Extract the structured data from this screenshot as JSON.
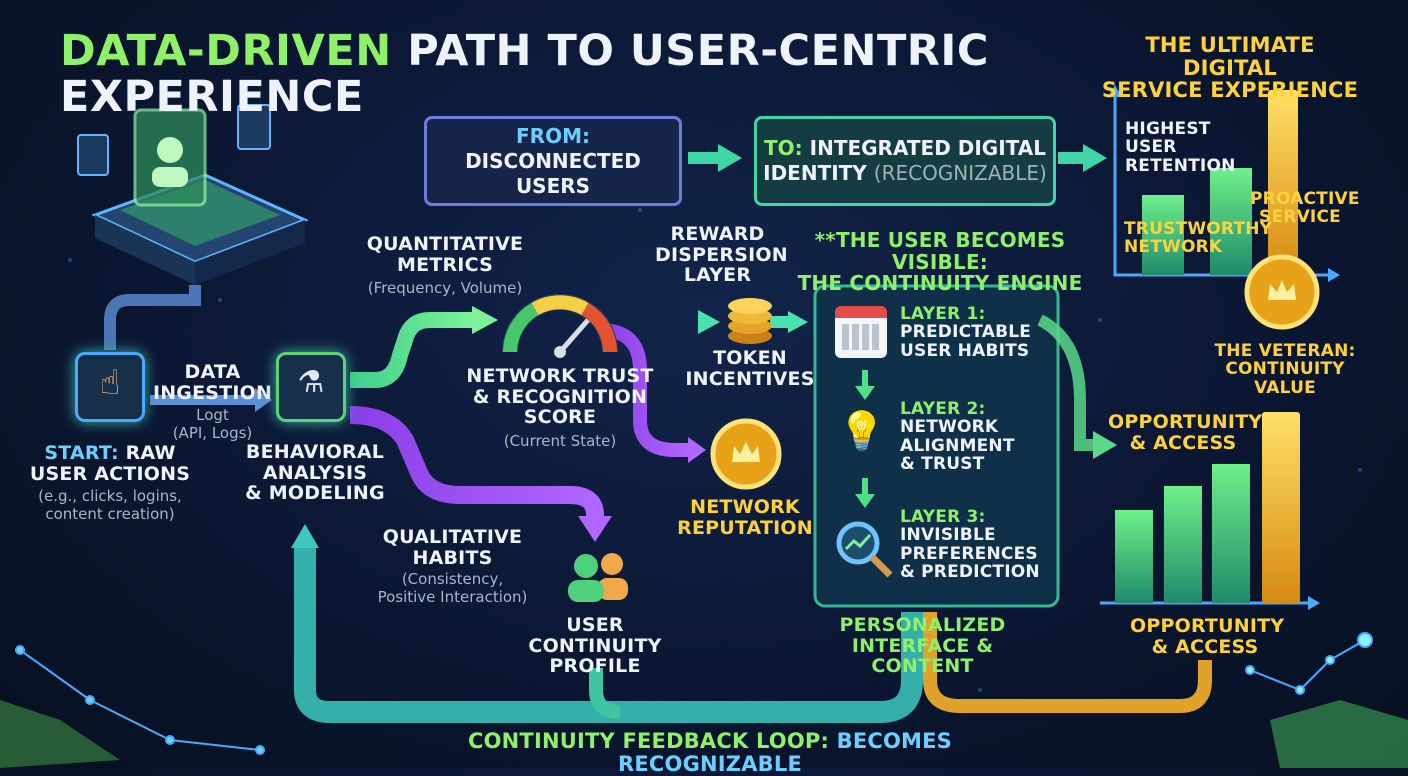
{
  "title": {
    "part1": "DATA-DRIVEN",
    "part2": "PATH TO USER-CENTRIC EXPERIENCE"
  },
  "ultimate": {
    "line1": "THE ULTIMATE DIGITAL",
    "line2": "SERVICE EXPERIENCE"
  },
  "from_box": {
    "prefix": "FROM:",
    "line1": "DISCONNECTED",
    "line2": "USERS"
  },
  "to_box": {
    "prefix": "TO:",
    "line1": "INTEGRATED DIGITAL",
    "line2a": "IDENTITY",
    "line2b": "(RECOGNIZABLE)"
  },
  "start": {
    "prefix": "START:",
    "line1": "RAW",
    "line2": "USER ACTIONS",
    "sub1": "(e.g., clicks, logins,",
    "sub2": "content creation)"
  },
  "ingestion": {
    "line1": "DATA",
    "line2": "INGESTION",
    "sub1": "Logt",
    "sub2": "(API, Logs)"
  },
  "behavioral": {
    "line1": "BEHAVIORAL",
    "line2": "ANALYSIS",
    "line3": "& MODELING"
  },
  "quantitative": {
    "line1": "QUANTITATIVE",
    "line2": "METRICS",
    "sub": "(Frequency, Volume)"
  },
  "trust_score": {
    "line1": "NETWORK TRUST",
    "line2": "& RECOGNITION",
    "line3": "SCORE",
    "sub": "(Current State)"
  },
  "reward": {
    "line1": "REWARD",
    "line2": "DISPERSION",
    "line3": "LAYER"
  },
  "token": {
    "line1": "TOKEN",
    "line2": "INCENTIVES"
  },
  "reputation": {
    "line1": "NETWORK",
    "line2": "REPUTATION"
  },
  "qualitative": {
    "line1": "QUALITATIVE",
    "line2": "HABITS",
    "sub1": "(Consistency,",
    "sub2": "Positive Interaction)"
  },
  "continuity_profile": {
    "line1": "USER CONTINUITY",
    "line2": "PROFILE"
  },
  "engine": {
    "heading1": "**THE USER BECOMES VISIBLE:",
    "heading2": "THE CONTINUITY ENGINE",
    "layer1": {
      "l1": "LAYER 1:",
      "l2": "PREDICTABLE",
      "l3": "USER HABITS"
    },
    "layer2": {
      "l1": "LAYER 2:",
      "l2": "NETWORK",
      "l3": "ALIGNMENT",
      "l4": "& TRUST"
    },
    "layer3": {
      "l1": "LAYER 3:",
      "l2": "INVISIBLE",
      "l3": "PREFERENCES",
      "l4": "& PREDICTION"
    }
  },
  "personalized": {
    "line1": "PERSONALIZED",
    "line2": "INTERFACE & CONTENT"
  },
  "top_chart": {
    "highest1": "HIGHEST USER",
    "highest2": "RETENTION",
    "trust1": "TRUSTWORTHY",
    "trust2": "NETWORK",
    "proactive1": "PROACTIVE",
    "proactive2": "SERVICE"
  },
  "veteran": {
    "line1": "THE VETERAN:",
    "line2": "CONTINUITY",
    "line3": "VALUE"
  },
  "opportunity_top": {
    "line1": "OPPORTUNITY",
    "line2": "& ACCESS"
  },
  "opportunity_bottom": {
    "line1": "OPPORTUNITY",
    "line2": "& ACCESS"
  },
  "feedback": {
    "part1": "CONTINUITY FEEDBACK LOOP:",
    "part2": "BECOMES RECOGNIZABLE"
  },
  "colors": {
    "green": "#8ff06a",
    "yellow": "#ffd23a",
    "blue": "#6cd0ff",
    "purple": "#a45cf0",
    "teal": "#3fd6b6"
  }
}
